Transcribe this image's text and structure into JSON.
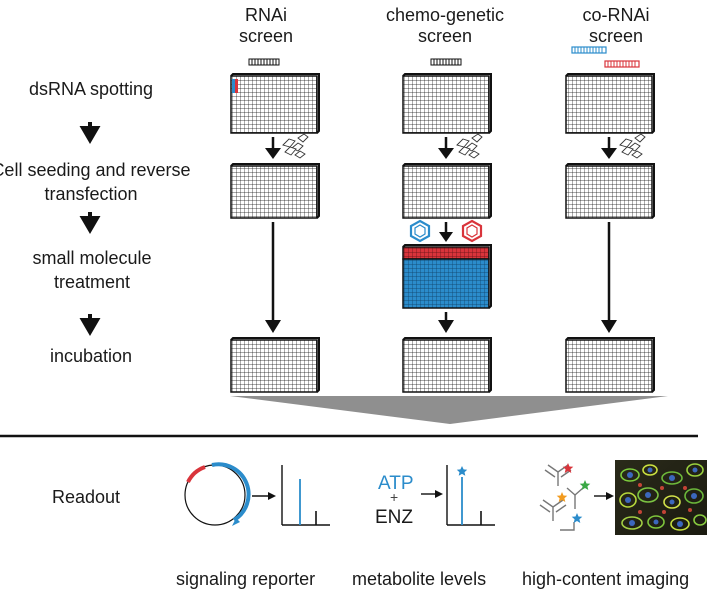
{
  "columns": [
    {
      "line1": "RNAi",
      "line2": "screen"
    },
    {
      "line1": "chemo-genetic",
      "line2": "screen"
    },
    {
      "line1": "co-RNAi",
      "line2": "screen"
    }
  ],
  "steps": [
    {
      "label": "dsRNA spotting"
    },
    {
      "label": "Cell seeding and reverse transfection"
    },
    {
      "label": "small molecule treatment"
    },
    {
      "label": "incubation"
    }
  ],
  "readout": {
    "title": "Readout",
    "atp": "ATP",
    "plus": "+",
    "enz": "ENZ",
    "captions": [
      "signaling reporter",
      "metabolite levels",
      "high-content imaging"
    ]
  },
  "colors": {
    "blue": "#2b8ccb",
    "red": "#d9343b",
    "green": "#3aa845",
    "orange": "#f29b1f",
    "ink": "#111111",
    "funnel": "#8f8f8f"
  },
  "icons": [
    "dsRNA-icon",
    "cells-icon",
    "small-molecule-icon",
    "plasmid-icon",
    "bar-plot-icon",
    "antibody-icon",
    "micrograph-icon",
    "arrow-down-icon",
    "arrow-right-icon"
  ]
}
